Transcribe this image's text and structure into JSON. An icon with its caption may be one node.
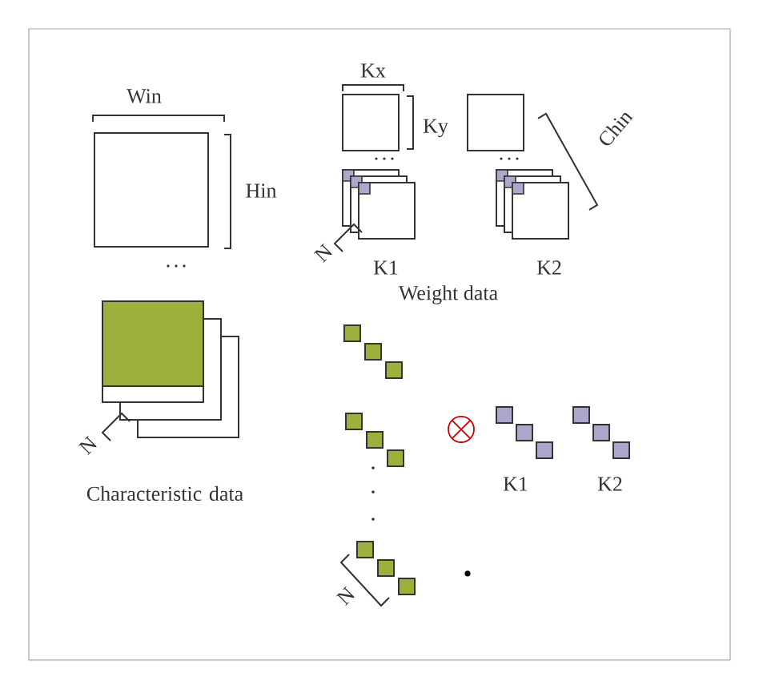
{
  "diagram": {
    "labels": [
      "Kx",
      "Win",
      "Ky",
      "Chin",
      "Hin",
      "N",
      "K1",
      "K2",
      "Weight data",
      "N",
      "K1",
      "K2",
      "Characteristic data",
      "N"
    ]
  }
}
